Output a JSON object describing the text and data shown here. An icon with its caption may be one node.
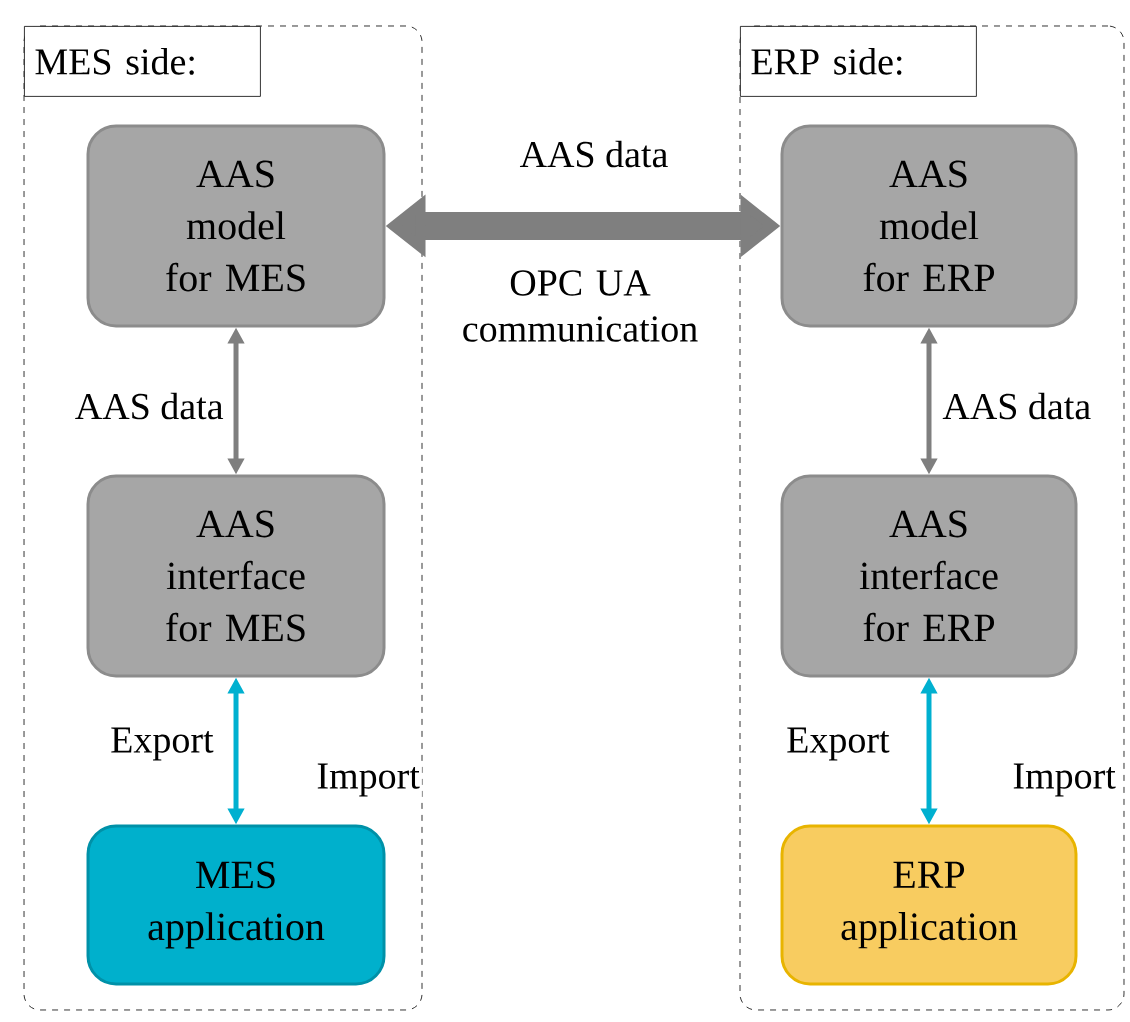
{
  "diagram": {
    "nodes": [
      {
        "text": [
          "MES side:"
        ]
      },
      {
        "text": [
          "AAS model for MES"
        ],
        "in": 0
      },
      {
        "text": [
          "AAS interface for MES"
        ],
        "in": 0
      },
      {
        "text": [
          "MES application"
        ],
        "in": 0
      },
      {
        "text": [
          "ERP side:"
        ]
      },
      {
        "text": [
          "AAS model for ERP"
        ],
        "in": 4
      },
      {
        "text": [
          "AAS interface for ERP"
        ],
        "in": 4
      },
      {
        "text": [
          "ERP application"
        ],
        "in": 4
      }
    ],
    "edges": [
      {
        "from": 1,
        "to": 5,
        "arrow": "both",
        "label": "AAS data",
        "style": "thick"
      },
      {
        "from": 1,
        "to": 2,
        "arrow": "both",
        "label": "AAS data"
      },
      {
        "from": 5,
        "to": 6,
        "arrow": "both",
        "label": "AAS data"
      },
      {
        "from": 2,
        "to": 3,
        "arrow": "both",
        "label": "Export",
        "color": "#00b0d0"
      },
      {
        "from": 6,
        "to": 7,
        "arrow": "both",
        "label": "Export",
        "color": "#00b0d0"
      }
    ],
    "labels": [
      "OPC UA communication",
      "Import",
      "Import"
    ]
  }
}
